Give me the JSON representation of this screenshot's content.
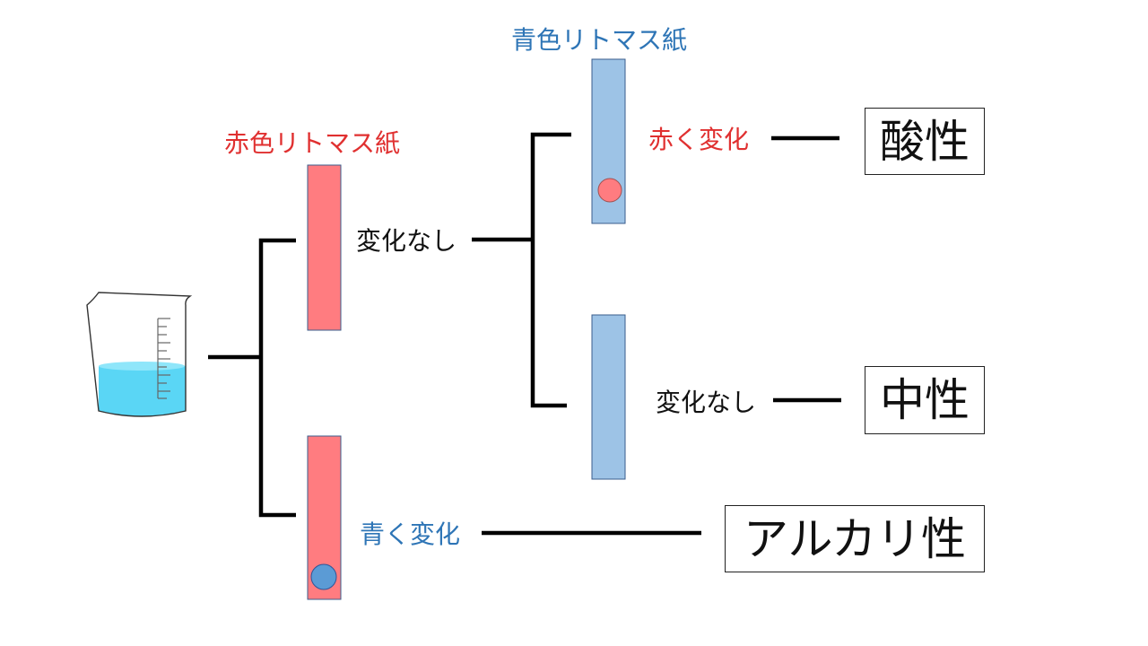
{
  "labels": {
    "red_litmus_title": "赤色リトマス紙",
    "blue_litmus_title": "青色リトマス紙",
    "no_change_red": "変化なし",
    "red_change": "赤く変化",
    "no_change_blue": "変化なし",
    "blue_change": "青く変化"
  },
  "results": {
    "acidic": "酸性",
    "neutral": "中性",
    "alkaline": "アルカリ性"
  },
  "colors": {
    "red_litmus_fill": "#ff7c80",
    "blue_litmus_fill": "#9dc3e6",
    "red_text": "#e03030",
    "blue_text": "#2e75b6",
    "liquid": "#5ad6f5",
    "blue_dot": "#5b9bd5",
    "red_dot": "#ff7c80",
    "line": "#000000"
  }
}
